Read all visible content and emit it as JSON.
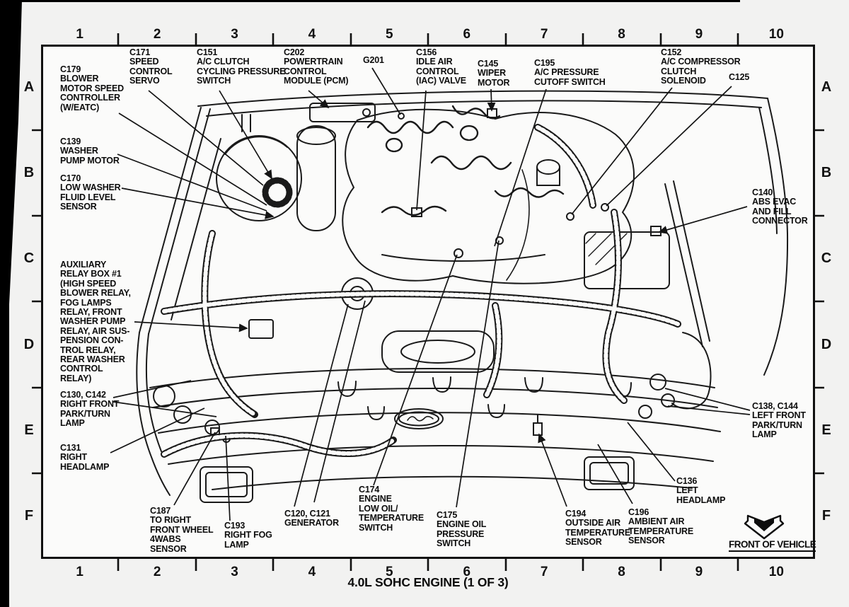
{
  "diagram": {
    "title": "4.0L SOHC ENGINE (1 OF 3)",
    "front_marker_label": "FRONT OF VEHICLE",
    "grid": {
      "columns": [
        "1",
        "2",
        "3",
        "4",
        "5",
        "6",
        "7",
        "8",
        "9",
        "10"
      ],
      "rows": [
        "A",
        "B",
        "C",
        "D",
        "E",
        "F"
      ]
    },
    "ink_color": "#111111",
    "paper_color": "#f2f2f1"
  },
  "callouts": [
    {
      "id": "C179",
      "text": "C179\nBLOWER\nMOTOR SPEED\nCONTROLLER\n(W/EATC)"
    },
    {
      "id": "C139",
      "text": "C139\nWASHER\nPUMP MOTOR"
    },
    {
      "id": "C170",
      "text": "C170\nLOW WASHER\nFLUID LEVEL\nSENSOR"
    },
    {
      "id": "AUX-RELAY-BOX-1",
      "text": "AUXILIARY\nRELAY BOX #1\n(HIGH SPEED\nBLOWER RELAY,\nFOG LAMPS\nRELAY, FRONT\nWASHER PUMP\nRELAY, AIR SUS-\nPENSION CON-\nTROL RELAY,\nREAR WASHER\nCONTROL\nRELAY)"
    },
    {
      "id": "C130-C142",
      "text": "C130, C142\nRIGHT FRONT\nPARK/TURN\nLAMP"
    },
    {
      "id": "C131",
      "text": "C131\nRIGHT\nHEADLAMP"
    },
    {
      "id": "C187",
      "text": "C187\nTO RIGHT\nFRONT WHEEL\n4WABS\nSENSOR"
    },
    {
      "id": "C193",
      "text": "C193\nRIGHT FOG\nLAMP"
    },
    {
      "id": "C171",
      "text": "C171\nSPEED\nCONTROL\nSERVO"
    },
    {
      "id": "C151",
      "text": "C151\nA/C CLUTCH\nCYCLING PRESSURE\nSWITCH"
    },
    {
      "id": "C202",
      "text": "C202\nPOWERTRAIN\nCONTROL\nMODULE (PCM)"
    },
    {
      "id": "G201",
      "text": "G201"
    },
    {
      "id": "C156",
      "text": "C156\nIDLE AIR\nCONTROL\n(IAC) VALVE"
    },
    {
      "id": "C145",
      "text": "C145\nWIPER\nMOTOR"
    },
    {
      "id": "C195",
      "text": "C195\nA/C PRESSURE\nCUTOFF SWITCH"
    },
    {
      "id": "C152",
      "text": "C152\nA/C COMPRESSOR\nCLUTCH\nSOLENOID"
    },
    {
      "id": "C125",
      "text": "C125"
    },
    {
      "id": "C140",
      "text": "C140\nABS EVAC\nAND FILL\nCONNECTOR"
    },
    {
      "id": "C138-C144",
      "text": "C138, C144\nLEFT FRONT\nPARK/TURN\nLAMP"
    },
    {
      "id": "C136",
      "text": "C136\nLEFT\nHEADLAMP"
    },
    {
      "id": "C120-C121",
      "text": "C120, C121\nGENERATOR"
    },
    {
      "id": "C174",
      "text": "C174\nENGINE\nLOW OIL/\nTEMPERATURE\nSWITCH"
    },
    {
      "id": "C175",
      "text": "C175\nENGINE OIL\nPRESSURE\nSWITCH"
    },
    {
      "id": "C194",
      "text": "C194\nOUTSIDE AIR\nTEMPERATURE\nSENSOR"
    },
    {
      "id": "C196",
      "text": "C196\nAMBIENT AIR\nTEMPERATURE\nSENSOR"
    }
  ]
}
